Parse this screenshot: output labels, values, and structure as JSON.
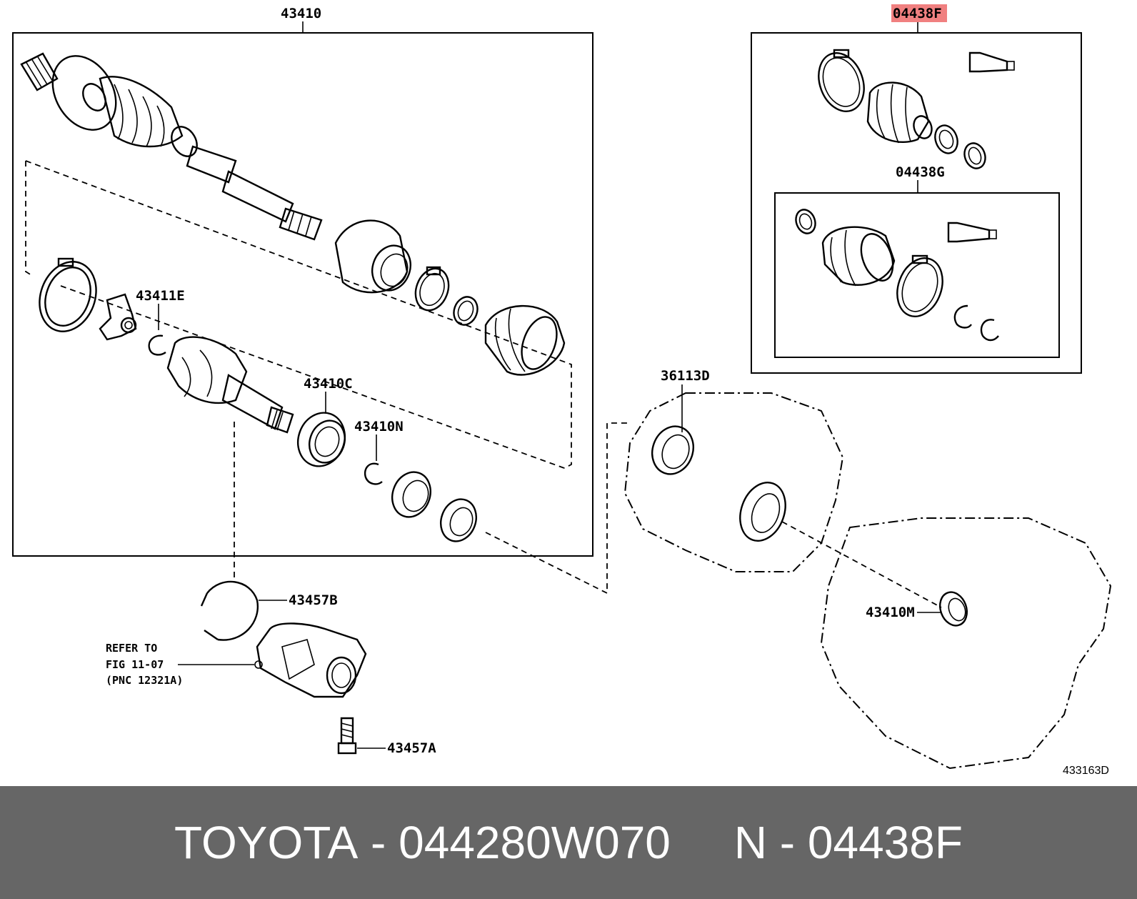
{
  "diagram": {
    "callouts": {
      "c43410": "43410",
      "c04438F": "04438F",
      "c04438G": "04438G",
      "c43411E": "43411E",
      "c43410C": "43410C",
      "c43410N": "43410N",
      "c36113D": "36113D",
      "c43457B": "43457B",
      "c43410M": "43410M",
      "c43457A": "43457A"
    },
    "highlight_color": "#f08080",
    "refer_note": [
      "REFER TO",
      "FIG 11-07",
      "(PNC 12321A)"
    ],
    "figure_code": "433163D"
  },
  "footer": {
    "brand": "TOYOTA",
    "separator": " - ",
    "part_number": "044280W070",
    "gap": "     ",
    "pos": "N",
    "ref_code": "04438F",
    "background": "#666666"
  }
}
